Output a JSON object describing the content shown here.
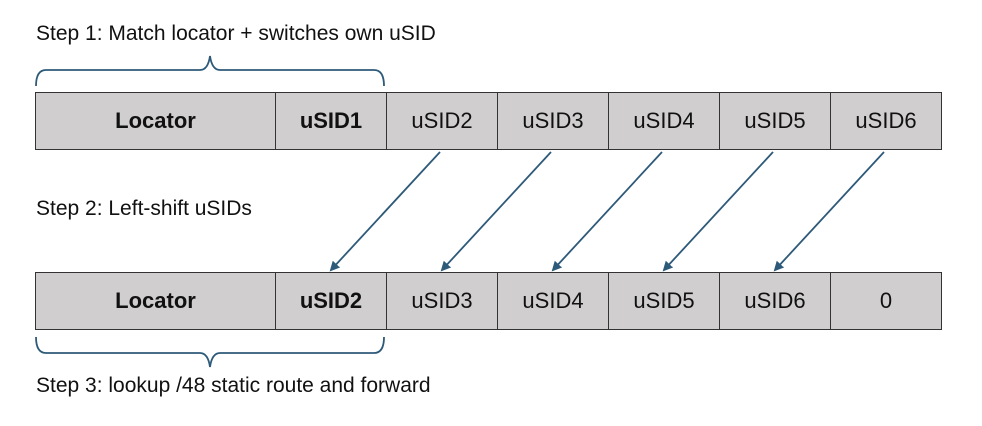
{
  "steps": {
    "step1": "Step 1: Match locator + switches own uSID",
    "step2": "Step 2: Left-shift uSIDs",
    "step3": "Step 3: lookup /48 static route and forward"
  },
  "row1": {
    "locator": "Locator",
    "cells": [
      "uSID1",
      "uSID2",
      "uSID3",
      "uSID4",
      "uSID5",
      "uSID6"
    ]
  },
  "row2": {
    "locator": "Locator",
    "cells": [
      "uSID2",
      "uSID3",
      "uSID4",
      "uSID5",
      "uSID6",
      "0"
    ]
  },
  "colors": {
    "cell_fill": "#d0cece",
    "arrow": "#2e5a7a",
    "brace": "#2e5a7a"
  }
}
